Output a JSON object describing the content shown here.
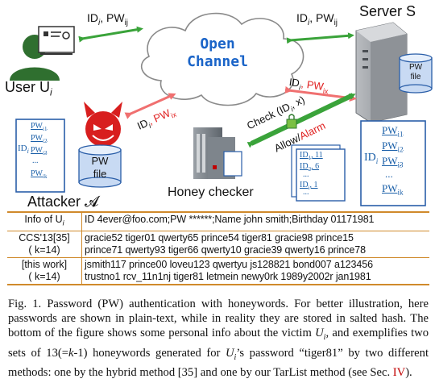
{
  "diagram": {
    "cloud": {
      "line1": "Open",
      "line2": "Channel"
    },
    "user_label": "User U",
    "user_sub": "i",
    "server_label": "Server S",
    "attacker_label": "Attacker 𝓐",
    "honey_label": "Honey checker",
    "pw_file_line1": "PW",
    "pw_file_line2": "file",
    "edge_user_cloud": "ID",
    "edge_user_cloud_sub": "i",
    "edge_user_cloud_pw": ", PW",
    "edge_user_cloud_pw_sub": "ij",
    "edge_cloud_server": "ID",
    "edge_cloud_server_sub": "i",
    "edge_cloud_server_pw": ", PW",
    "edge_cloud_server_pw_sub": "ij",
    "edge_server_in": "ID",
    "edge_server_in_sub": "i",
    "edge_server_in_pw": ", PW",
    "edge_server_in_pw_sub": "ix",
    "edge_attacker": "ID",
    "edge_attacker_sub": "i",
    "edge_attacker_pw": ", PW",
    "edge_attacker_pw_sub": "ix",
    "check_label": "Check (ID",
    "check_label_sub": "i",
    "check_label_end": ", x)",
    "allow_label": "Allow",
    "alarm_label": "Alarm",
    "server_doc": {
      "id": "ID",
      "id_sub": "i",
      "rows": [
        {
          "pw": "PW",
          "sub": "i1"
        },
        {
          "pw": "PW",
          "sub": "i2"
        },
        {
          "pw": "PW",
          "sub": "i3"
        },
        {
          "pw": "...",
          "sub": ""
        },
        {
          "pw": "PW",
          "sub": "ik"
        }
      ]
    },
    "attacker_doc": {
      "id": "ID",
      "id_sub": "i",
      "rows": [
        {
          "pw": "PW",
          "sub": "i1"
        },
        {
          "pw": "PW",
          "sub": "i2"
        },
        {
          "pw": "PW",
          "sub": "i3"
        },
        {
          "pw": "...",
          "sub": ""
        },
        {
          "pw": "PW",
          "sub": "ik"
        }
      ]
    },
    "honey_doc": {
      "rows": [
        {
          "id": "ID",
          "sub": "1",
          "val": ", 11"
        },
        {
          "id": "ID",
          "sub": "2",
          "val": ", 6"
        },
        {
          "id": "...",
          "sub": "",
          "val": ""
        },
        {
          "id": "ID",
          "sub": "i",
          "val": ", 1"
        },
        {
          "id": "...",
          "sub": "",
          "val": ""
        }
      ]
    }
  },
  "table": {
    "info_label": "Info of U",
    "info_sub": "i",
    "info_value": "ID 4ever@foo.com;PW ******;Name john smith;Birthday 01171981",
    "row2_label_1": "CCS'13[35]",
    "row2_label_2": "( k=14)",
    "row2_line1": "gracie52  tiger01  qwerty65  prince54  tiger81  gracie98  prince15",
    "row2_line2": "prince71  qwerty93  tiger66  qwerty10  gracie39  qwerty16  prince78",
    "row3_label_1": "[this work]",
    "row3_label_2": "( k=14)",
    "row3_line1": "jsmith117  prince00  loveu123  qwertyu  js128821  bond007  a123456",
    "row3_line2": "trustno1  rcv_11n1nj  tiger81  letmein  newy0rk  1989y2002r  jan1981"
  },
  "caption": {
    "part1": "Fig. 1.  Password (PW) authentication with honeywords. For better illustration, here passwords are shown in plain-text, while in reality they are stored in salted hash. The bottom of the figure shows some personal info about the victim ",
    "ui": "U",
    "ui_sub": "i",
    "part2": ", and exemplifies two sets of 13(=",
    "k": "k",
    "part3": "-1) honeywords generated for ",
    "ui2": "U",
    "ui2_sub": "i",
    "part4": "’s password “tiger81” by two different methods: one by the hybrid method [35] and one by our TarList method (see Sec. ",
    "ref": "IV",
    "part5": ")."
  },
  "colors": {
    "accent_blue": "#1a64c8",
    "alarm_red": "#e02020",
    "table_rule": "#d08a2c",
    "arrow_green": "#3aa33a",
    "arrow_pink": "#f07070"
  }
}
